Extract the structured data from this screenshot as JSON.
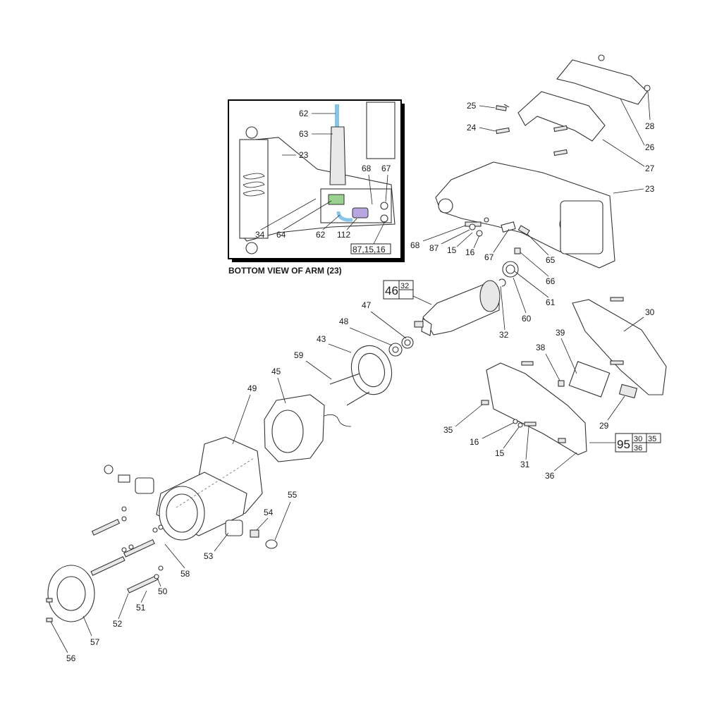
{
  "inset": {
    "title": "BOTTOM VIEW OF ARM (23)",
    "callouts": [
      "62",
      "63",
      "23",
      "68",
      "67",
      "34",
      "64",
      "62",
      "112",
      "87,15,16"
    ],
    "colors": {
      "hose": "#86c5e6",
      "clamp": "#9bd18e",
      "plug": "#b7a6e0"
    }
  },
  "kits": [
    {
      "main": "46",
      "sub": [
        "32"
      ]
    },
    {
      "main": "95",
      "sub": [
        "30",
        "35",
        "36"
      ]
    }
  ],
  "callouts": [
    "25",
    "24",
    "28",
    "26",
    "27",
    "23",
    "68",
    "87",
    "15",
    "16",
    "67",
    "65",
    "66",
    "61",
    "60",
    "32",
    "47",
    "48",
    "43",
    "59",
    "45",
    "49",
    "30",
    "39",
    "38",
    "29",
    "35",
    "16",
    "15",
    "31",
    "36",
    "54",
    "55",
    "53",
    "58",
    "50",
    "51",
    "52",
    "57",
    "56"
  ]
}
